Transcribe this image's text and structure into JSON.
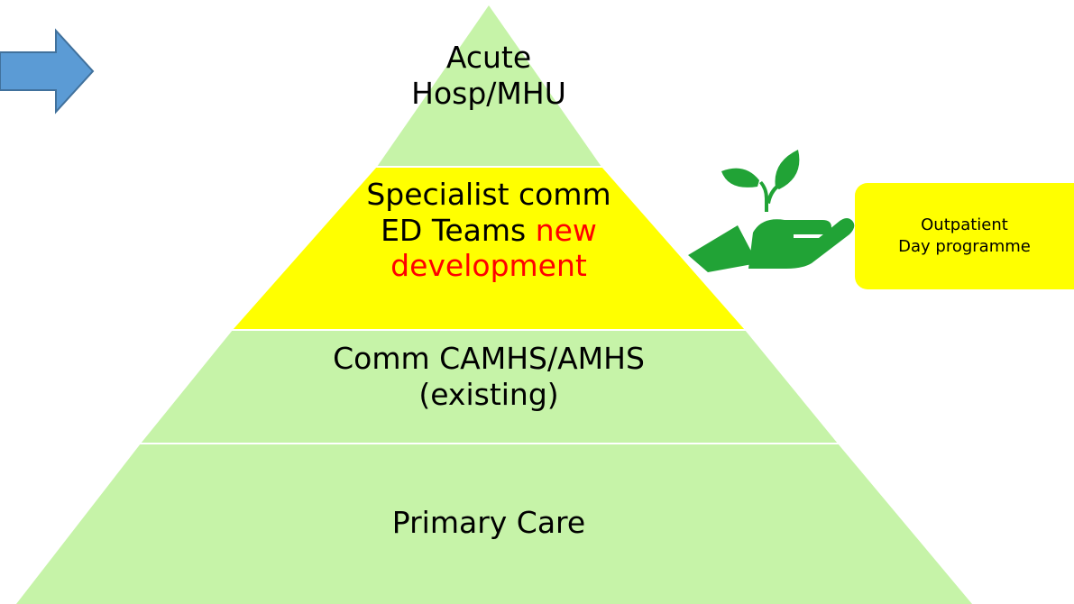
{
  "pyramid": {
    "tiers": [
      {
        "id": "acute",
        "lines": [
          "Acute",
          "Hosp/MHU"
        ],
        "fill": "#c6f3a8"
      },
      {
        "id": "specialist",
        "line1": "Specialist comm",
        "line2_plain": "ED Teams ",
        "line2_accent": "new",
        "line3_accent": "development",
        "fill": "#ffff00",
        "accent_color": "#ff0000"
      },
      {
        "id": "community",
        "lines": [
          "Comm CAMHS/AMHS",
          "(existing)"
        ],
        "fill": "#c6f3a8"
      },
      {
        "id": "primary",
        "lines": [
          "Primary Care"
        ],
        "fill": "#c6f3a8"
      }
    ]
  },
  "arrow": {
    "color": "#5b9bd5",
    "border": "#41719c"
  },
  "plant_icon": {
    "color": "#21a336"
  },
  "callout": {
    "line1": "Outpatient",
    "line2": "Day programme",
    "fill": "#ffff00"
  }
}
